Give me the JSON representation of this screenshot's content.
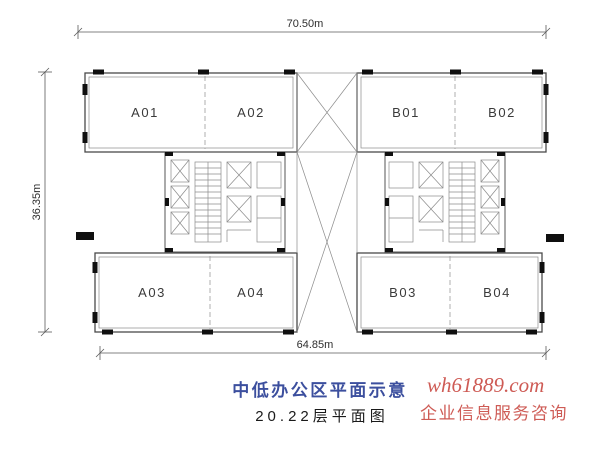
{
  "dimensions": {
    "top": "70.50m",
    "left": "36.35m",
    "bottom": "64.85m"
  },
  "units": [
    {
      "id": "A01"
    },
    {
      "id": "A02"
    },
    {
      "id": "B01"
    },
    {
      "id": "B02"
    },
    {
      "id": "A03"
    },
    {
      "id": "A04"
    },
    {
      "id": "B03"
    },
    {
      "id": "B04"
    }
  ],
  "title_block": {
    "title": "中低办公区平面示意",
    "subtitle": "20.22层平面图"
  },
  "watermark": {
    "line1": "wh61889.com",
    "line2": "企业信息服务咨询"
  },
  "colors": {
    "title_blue": "#3c4f9e",
    "watermark_red": "#c94a43",
    "wall_gray": "#4a4a4a"
  }
}
